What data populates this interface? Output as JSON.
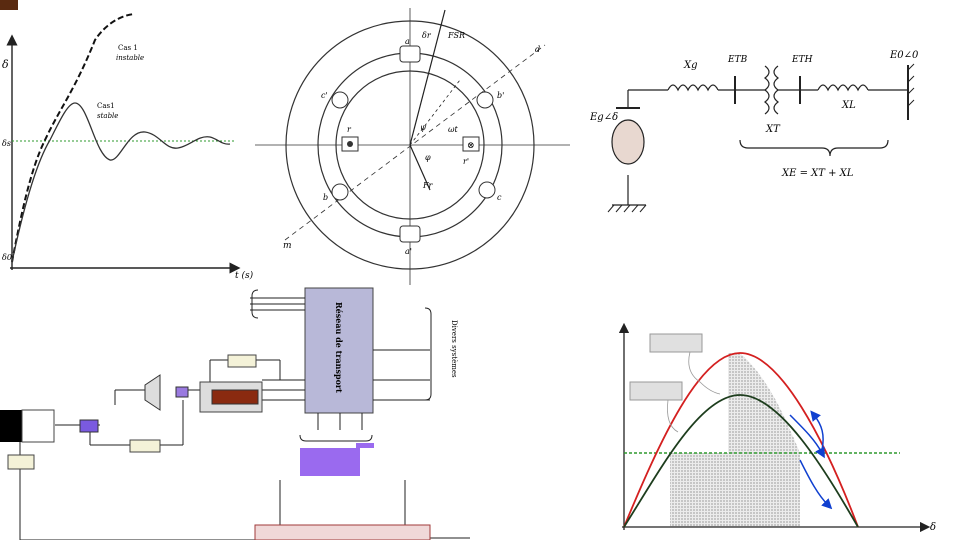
{
  "swing_curve": {
    "y_axis_label": "δ",
    "x_axis_label": "t (s)",
    "delta_s_label": "δs",
    "delta_0_label": "δ0",
    "unstable_case_title": "Cas 1",
    "unstable_case_sub": "instable",
    "stable_case_title": "Cas1",
    "stable_case_sub": "stable",
    "colors": {
      "unstable": "#111111",
      "stable": "#333333",
      "steady_line": "#2e9a2e"
    }
  },
  "machine_section": {
    "axis_labels": {
      "d_axis": "d",
      "m_axis": "m",
      "wt": "ωt",
      "psi": "ψ",
      "phi": "φ"
    },
    "conductor_labels": {
      "a": "a",
      "a_prime": "a'",
      "b": "b",
      "b_prime": "b'",
      "c": "c",
      "c_prime": "c'",
      "r": "r",
      "r_prime": "r'"
    },
    "vector_labels": {
      "delta_r": "δr",
      "f_sr": "FSR",
      "f_r": "Fr"
    }
  },
  "equivalent_circuit": {
    "source_label": "Eg∠δ",
    "xg_label": "Xg",
    "etb_label": "ETB",
    "eth_label": "ETH",
    "xt_label": "XT",
    "xl_label": "XL",
    "infinite_bus_label": "E0∠0",
    "xe_equation": "XE = XT + XL"
  },
  "power_system": {
    "network_title": "Réseau de transport",
    "loads_label": "Divers systèmes"
  },
  "power_angle": {
    "x_axis_label": "δ",
    "colors": {
      "prefault": "#d42020",
      "postfault": "#1d3d1d",
      "mechanical": "#2e9a2e",
      "arrows": "#1040d0"
    }
  }
}
